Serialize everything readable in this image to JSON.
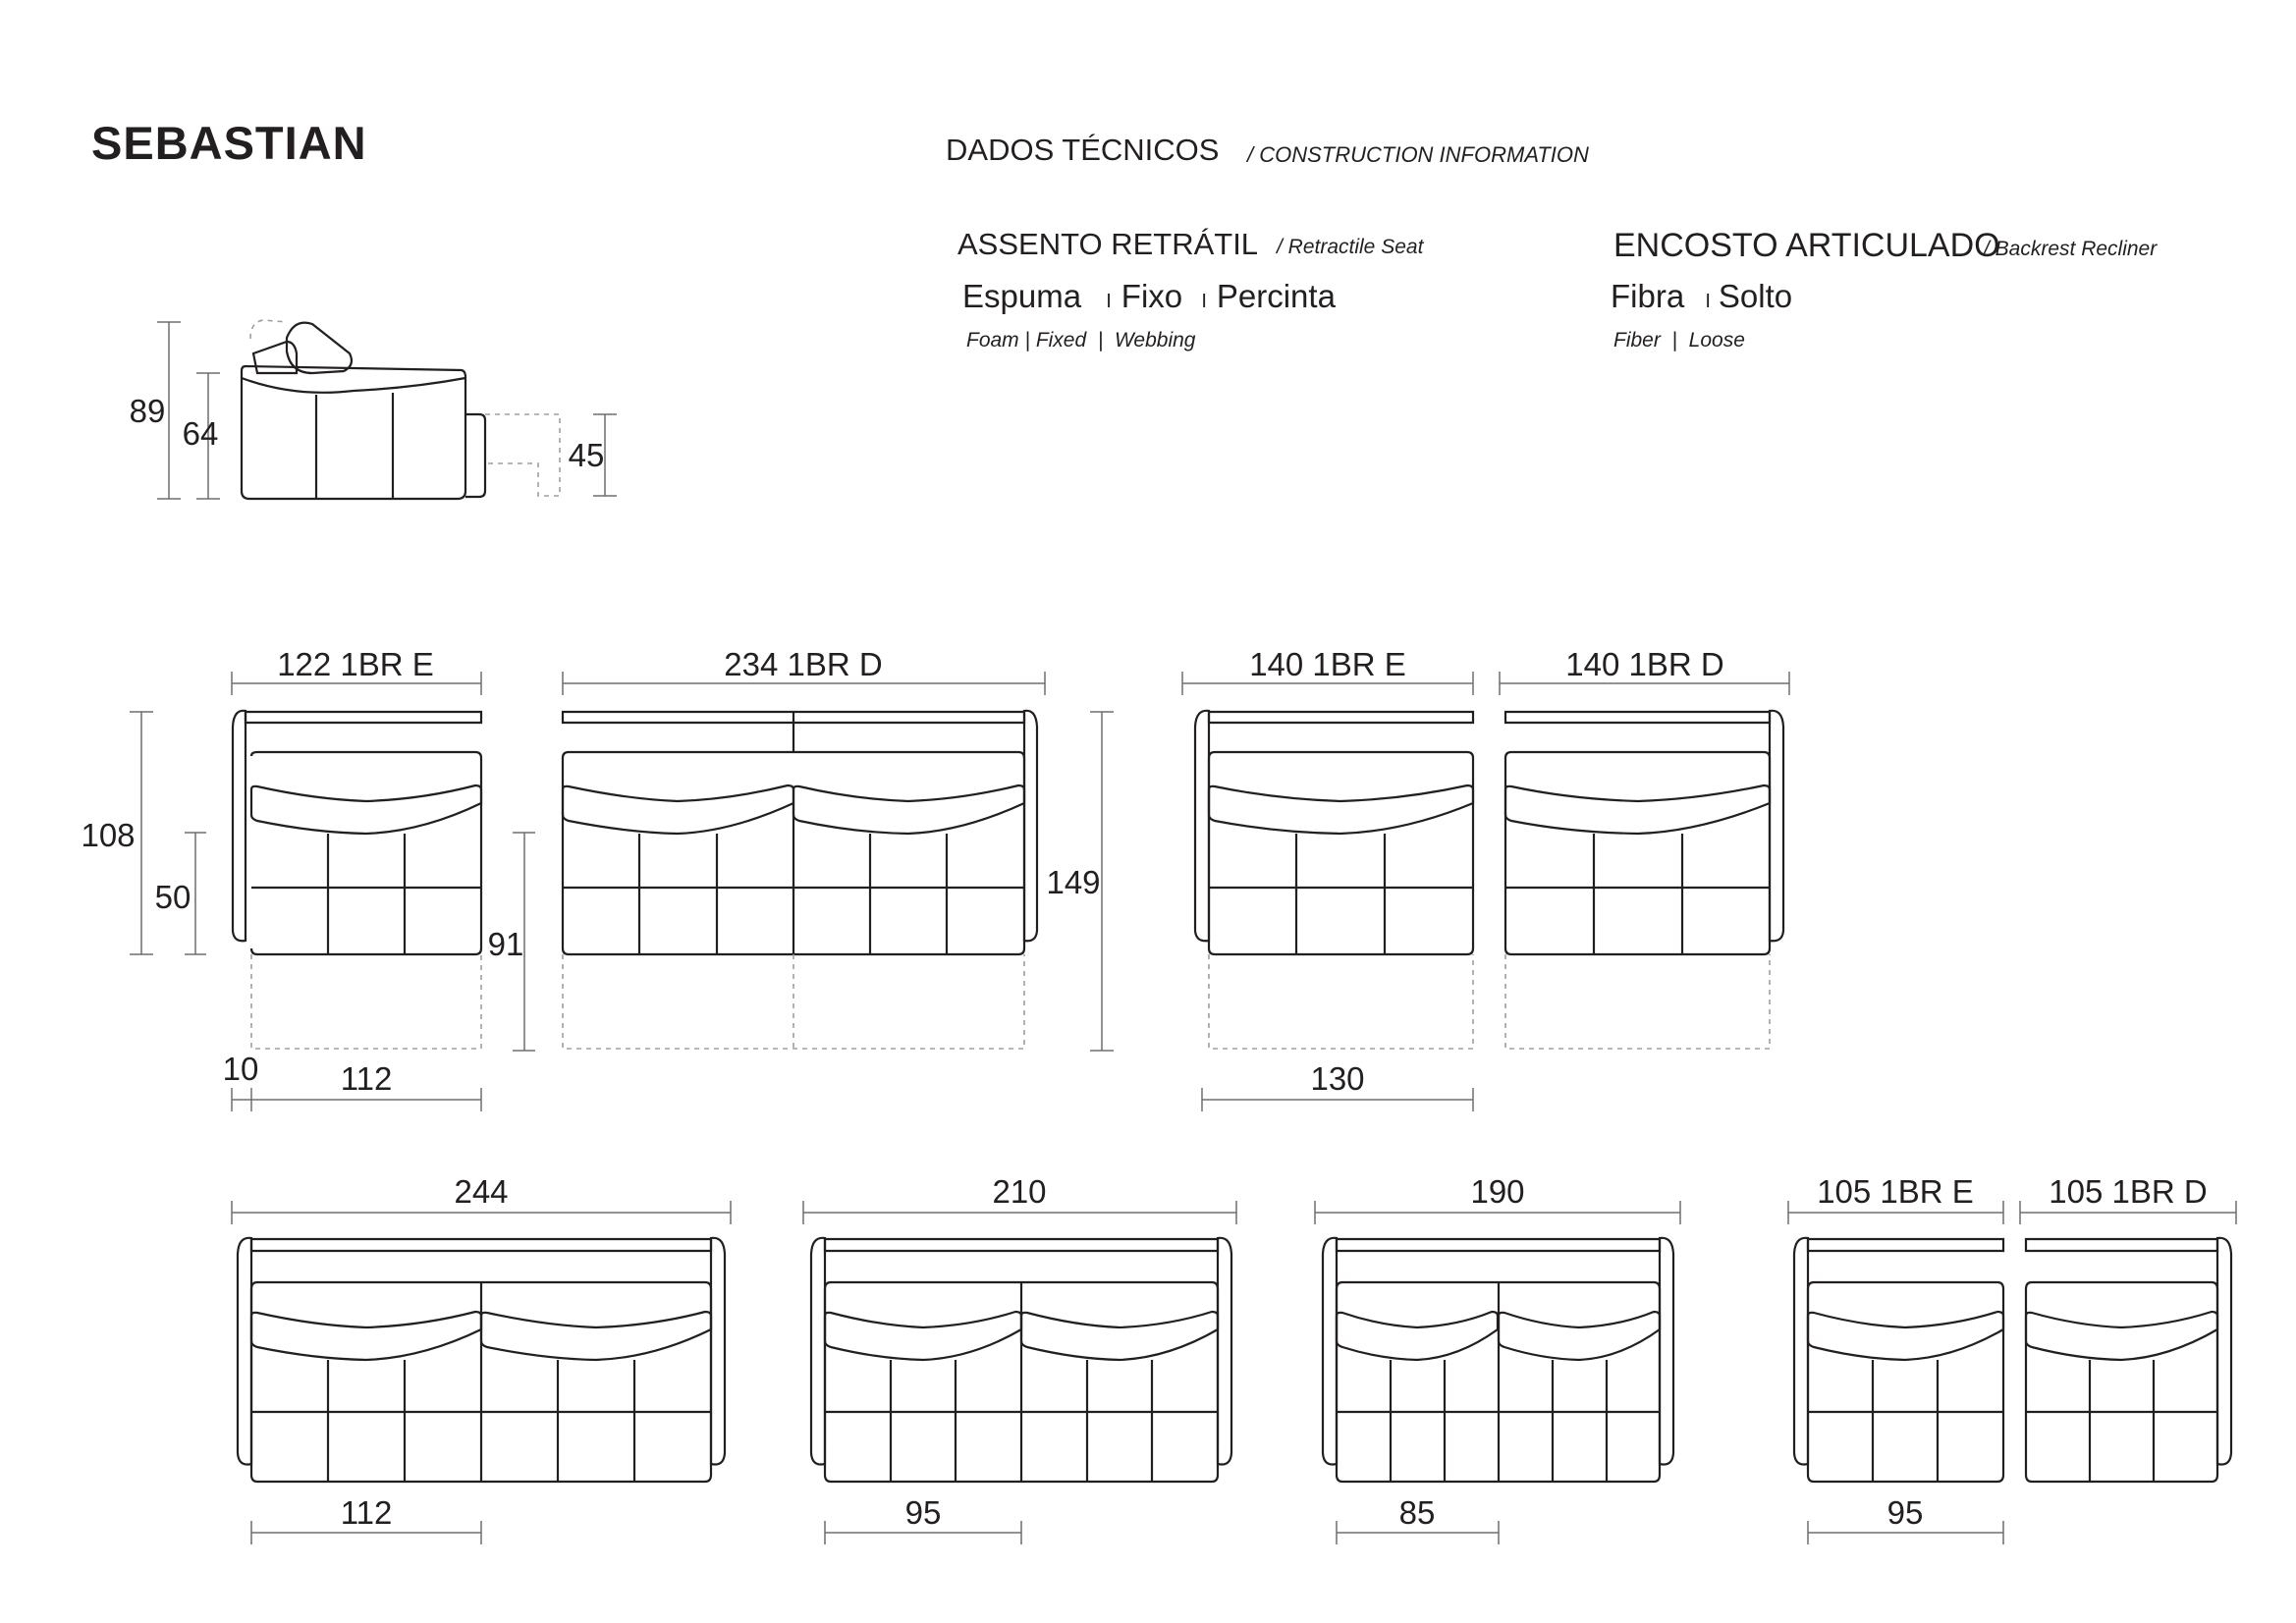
{
  "header": {
    "model_name": "SEBASTIAN",
    "section_title": "DADOS TÉCNICOS",
    "section_title_en": "/ CONSTRUCTION INFORMATION"
  },
  "seat": {
    "title": "ASSENTO RETRÁTIL",
    "title_en": "/ Retractile Seat",
    "materials": [
      "Espuma",
      "Fixo",
      "Percinta"
    ],
    "materials_en": [
      "Foam",
      "Fixed",
      "Webbing"
    ],
    "separator": "I"
  },
  "backrest": {
    "title": "ENCOSTO ARTICULADO",
    "title_en": "/ Backrest Recliner",
    "materials": [
      "Fibra",
      "Solto"
    ],
    "materials_en": [
      "Fiber",
      "Loose"
    ],
    "separator": "I"
  },
  "side_view": {
    "total_height": "89",
    "seat_height": "64",
    "footrest_height": "45"
  },
  "top_row": {
    "modules": [
      {
        "label": "122 1BR E"
      },
      {
        "label": "234 1BR D"
      },
      {
        "label": "140 1BR E"
      },
      {
        "label": "140 1BR D"
      }
    ],
    "depth_closed": "108",
    "depth_seat": "50",
    "extension": "91",
    "depth_open": "149",
    "arm_width": "10",
    "seat_width_a": "112",
    "seat_width_b": "130"
  },
  "bottom_row": {
    "modules": [
      {
        "label": "244",
        "seat_width": "112"
      },
      {
        "label": "210",
        "seat_width": "95"
      },
      {
        "label": "190",
        "seat_width": "85"
      },
      {
        "label": "105 1BR E",
        "seat_width": "95"
      },
      {
        "label": "105 1BR D"
      }
    ]
  }
}
